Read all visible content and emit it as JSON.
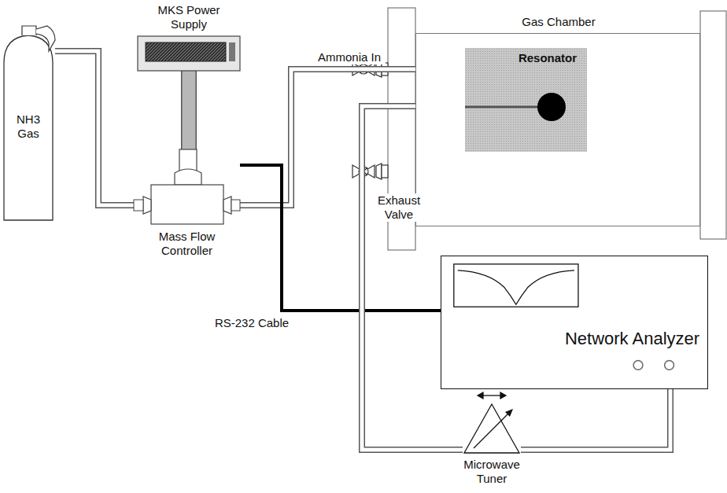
{
  "diagram": {
    "nodes": [
      {
        "text": [
          "NH3 Gas"
        ]
      },
      {
        "text": [
          "MKS Power Supply"
        ]
      },
      {
        "text": [
          "Mass Flow Controller"
        ]
      },
      {
        "text": [
          "Gas Chamber"
        ]
      },
      {
        "text": [
          "Resonator"
        ],
        "in": 3
      },
      {
        "text": [
          "Network Analyzer"
        ]
      },
      {
        "text": [
          "Microwave Tuner"
        ]
      }
    ],
    "edges": [
      {
        "from": 0,
        "to": 2,
        "arrow": "none"
      },
      {
        "from": 1,
        "to": 2,
        "arrow": "none"
      },
      {
        "from": 2,
        "to": 3,
        "label": "Ammonia In",
        "arrow": "none"
      },
      {
        "from": 2,
        "to": 5,
        "label": "RS-232 Cable",
        "arrow": "none"
      },
      {
        "from": 4,
        "to": 6,
        "arrow": "none"
      },
      {
        "from": 6,
        "to": 5,
        "arrow": "none"
      }
    ],
    "labels": [
      "Exhaust Valve"
    ]
  }
}
